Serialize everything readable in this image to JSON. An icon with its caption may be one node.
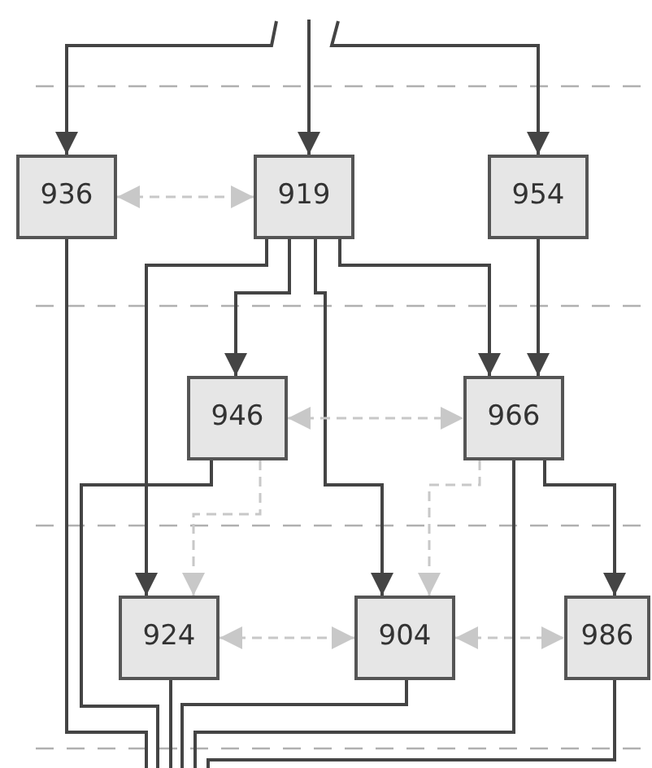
{
  "diagram": {
    "nodes": [
      {
        "text": [
          "936"
        ]
      },
      {
        "text": [
          "919"
        ]
      },
      {
        "text": [
          "954"
        ]
      },
      {
        "text": [
          "946"
        ]
      },
      {
        "text": [
          "966"
        ]
      },
      {
        "text": [
          "924"
        ]
      },
      {
        "text": [
          "904"
        ]
      },
      {
        "text": [
          "986"
        ]
      }
    ],
    "edges": [
      {
        "from": null,
        "to": 0,
        "arrow": "to"
      },
      {
        "from": null,
        "to": 1,
        "arrow": "to"
      },
      {
        "from": null,
        "to": 2,
        "arrow": "to"
      },
      {
        "from": 0,
        "to": 1,
        "arrow": "both",
        "style": "dashed",
        "color": "#c8c8c8"
      },
      {
        "from": 1,
        "to": 3,
        "arrow": "to"
      },
      {
        "from": 1,
        "to": 5,
        "arrow": "to"
      },
      {
        "from": 1,
        "to": 6,
        "arrow": "to"
      },
      {
        "from": 1,
        "to": 4,
        "arrow": "to"
      },
      {
        "from": 2,
        "to": 4,
        "arrow": "to"
      },
      {
        "from": 3,
        "to": 4,
        "arrow": "both",
        "style": "dashed",
        "color": "#c8c8c8"
      },
      {
        "from": 3,
        "to": 5,
        "arrow": "to",
        "style": "dashed",
        "color": "#c8c8c8"
      },
      {
        "from": 4,
        "to": 6,
        "arrow": "to",
        "style": "dashed",
        "color": "#c8c8c8"
      },
      {
        "from": 4,
        "to": 7,
        "arrow": "to"
      },
      {
        "from": 5,
        "to": 6,
        "arrow": "both",
        "style": "dashed",
        "color": "#c8c8c8"
      },
      {
        "from": 6,
        "to": 7,
        "arrow": "both",
        "style": "dashed",
        "color": "#c8c8c8"
      },
      {
        "from": 0,
        "to": null,
        "arrow": "none"
      },
      {
        "from": 3,
        "to": null,
        "arrow": "none"
      },
      {
        "from": 5,
        "to": null,
        "arrow": "none"
      },
      {
        "from": 6,
        "to": null,
        "arrow": "none"
      },
      {
        "from": 4,
        "to": null,
        "arrow": "none"
      },
      {
        "from": 7,
        "to": null,
        "arrow": "none"
      }
    ]
  }
}
